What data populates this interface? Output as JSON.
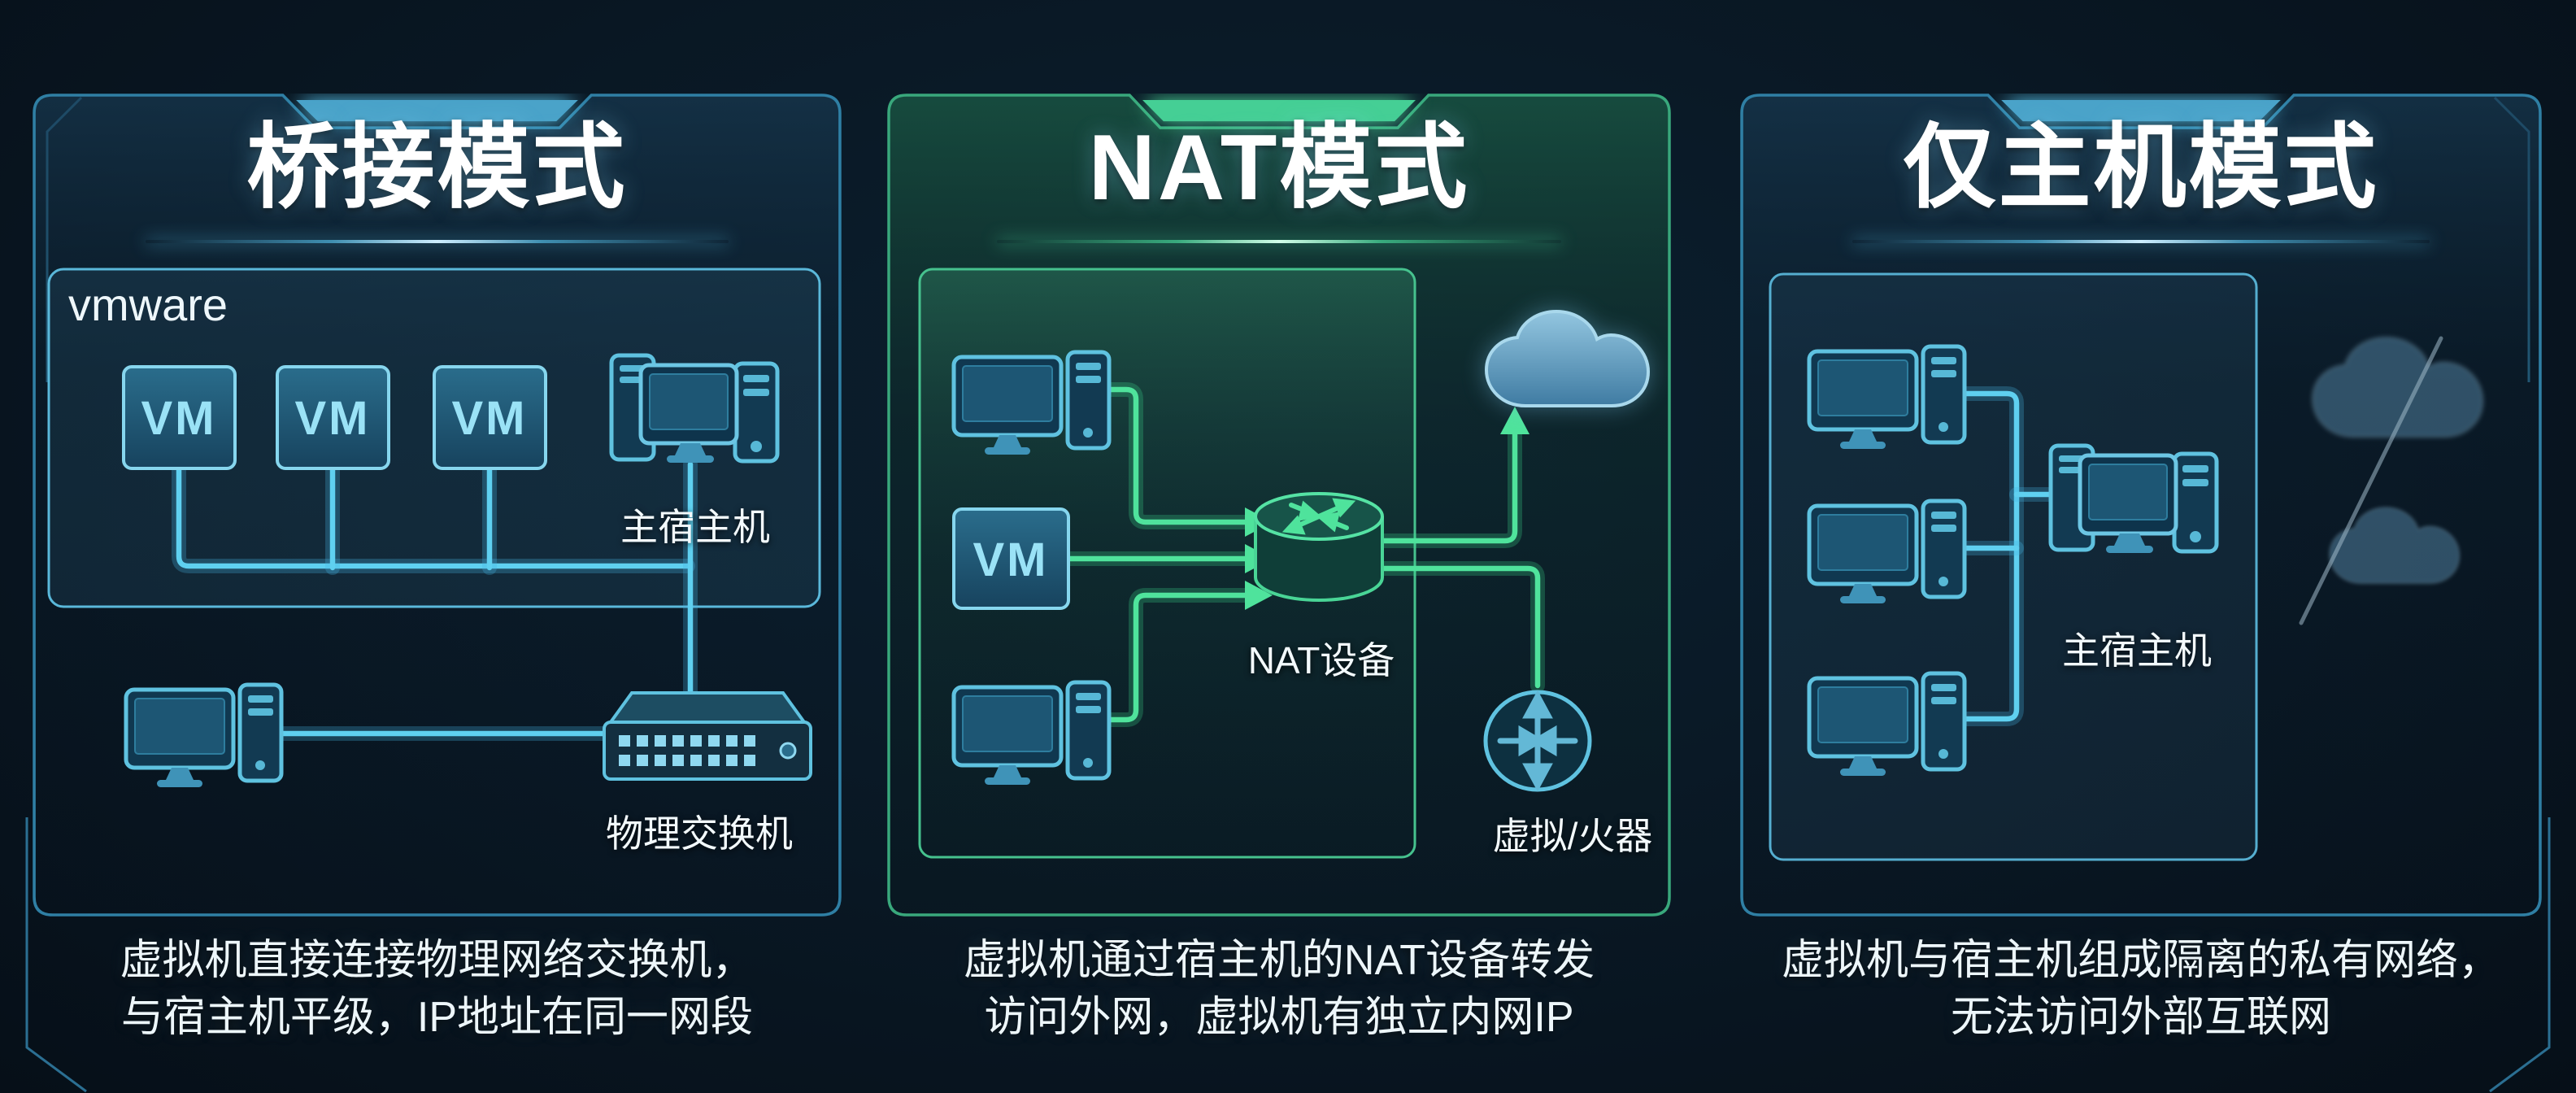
{
  "panels": [
    {
      "id": "bridge",
      "title": "桥接模式",
      "accent": "#4aa3c9",
      "labels": {
        "vmware": "vmware",
        "vm": "VM",
        "host": "主宿主机",
        "switch": "物理交换机"
      },
      "caption": {
        "line1": "虚拟机直接连接物理网络交换机，",
        "line2": "与宿主机平级，IP地址在同一网段"
      }
    },
    {
      "id": "nat",
      "title": "NAT模式",
      "accent": "#45cf95",
      "labels": {
        "vm": "VM",
        "nat_device": "NAT设备",
        "virtual_router": "虚拟/火器"
      },
      "caption": {
        "line1": "虚拟机通过宿主机的NAT设备转发",
        "line2": "访问外网，虚拟机有独立内网IP"
      }
    },
    {
      "id": "host_only",
      "title": "仅主机模式",
      "accent": "#4aa3c9",
      "labels": {
        "host": "主宿主机"
      },
      "caption": {
        "line1": "虚拟机与宿主机组成隔离的私有网络，",
        "line2": "无法访问外部互联网"
      }
    }
  ],
  "colors": {
    "background": "#081521",
    "frame_blue": "#2f7fa4",
    "frame_green": "#39a87c",
    "bar_blue": "#4aa3c9",
    "bar_green": "#45cf95",
    "wire_blue": "#5fd0f0",
    "wire_green": "#4fe39c",
    "title_text": "#ffffff",
    "caption_text": "#edf6fa"
  }
}
